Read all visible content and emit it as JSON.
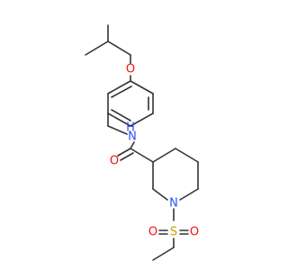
{
  "molecule": {
    "atoms": {
      "oxygen_ether": {
        "symbol": "O",
        "color": "#FF0D0D"
      },
      "nitrogen_amide": {
        "symbol": "N",
        "color": "#3050F8"
      },
      "hydrogen_amide": {
        "symbol": "H",
        "color": "#3050F8"
      },
      "oxygen_carbonyl": {
        "symbol": "O",
        "color": "#FF0D0D"
      },
      "nitrogen_ring": {
        "symbol": "N",
        "color": "#3050F8"
      },
      "sulfur": {
        "symbol": "S",
        "color": "#C8A000"
      },
      "oxygen_sulfonyl_left": {
        "symbol": "O",
        "color": "#FF0D0D"
      },
      "oxygen_sulfonyl_right": {
        "symbol": "O",
        "color": "#FF0D0D"
      }
    },
    "bond_color": "#333333"
  }
}
